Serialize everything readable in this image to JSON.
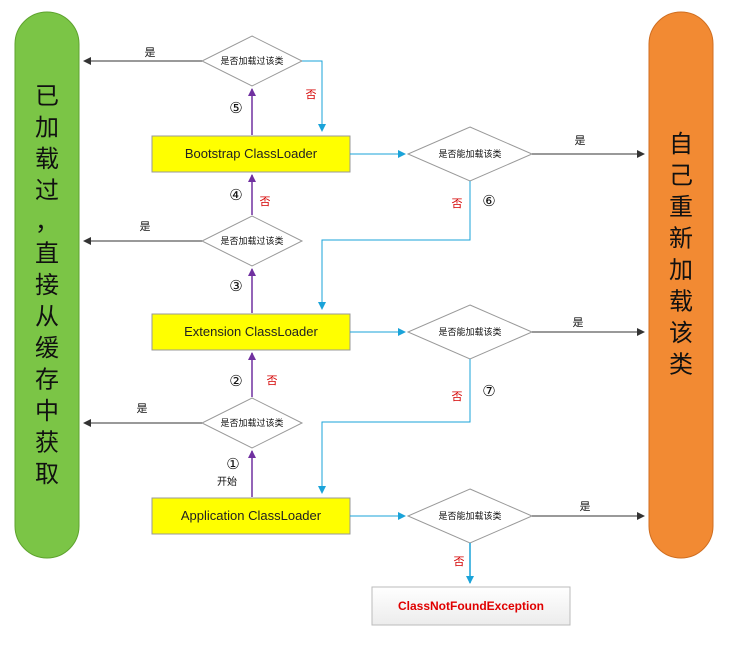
{
  "left_bar": {
    "label": "已加载过，直接从缓存中获取",
    "chars": [
      "已",
      "加",
      "载",
      "过",
      "，",
      "直",
      "接",
      "从",
      "缓",
      "存",
      "中",
      "获",
      "取"
    ],
    "color": "#7bc546"
  },
  "right_bar": {
    "label": "自己重新加载该类",
    "chars": [
      "自",
      "己",
      "重",
      "新",
      "加",
      "载",
      "该",
      "类"
    ],
    "color": "#f28a33"
  },
  "loaders": {
    "bootstrap": "Bootstrap ClassLoader",
    "extension": "Extension ClassLoader",
    "application": "Application ClassLoader"
  },
  "decisions": {
    "loaded_check": "是否加载过该类",
    "can_load_check": "是否能加载该类"
  },
  "labels": {
    "yes": "是",
    "no": "否",
    "start": "开始"
  },
  "steps": [
    "①",
    "②",
    "③",
    "④",
    "⑤",
    "⑥",
    "⑦"
  ],
  "exception": "ClassNotFoundException",
  "colors": {
    "up_arrow": "#7030a0",
    "flow_arrow": "#1aa3d9",
    "yes_arrow": "#333333",
    "no_text": "#d40000",
    "loader_fill": "#ffff00",
    "exception_text": "#e00000"
  }
}
